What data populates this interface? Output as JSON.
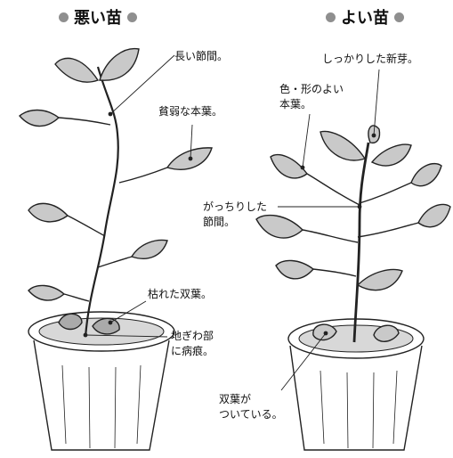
{
  "diagram": {
    "bad": {
      "title": "悪い苗",
      "labels": {
        "long_internode": "長い節間。",
        "weak_leaf": "貧弱な本葉。",
        "withered_cotyledon": "枯れた双葉。",
        "ground_disease": "地ぎわ部\nに病痕。"
      }
    },
    "good": {
      "title": "よい苗",
      "labels": {
        "firm_bud": "しっかりした新芽。",
        "good_leaf": "色・形のよい\n本葉。",
        "sturdy_internode": "がっちりした\n節間。",
        "cotyledon_present": "双葉が\nついている。"
      }
    },
    "colors": {
      "line": "#222222",
      "leaf_fill": "#c9c9c9",
      "soil_fill": "#d8d8d8",
      "pot_fill": "#ffffff",
      "title_dot": "#8f8f8f"
    }
  }
}
